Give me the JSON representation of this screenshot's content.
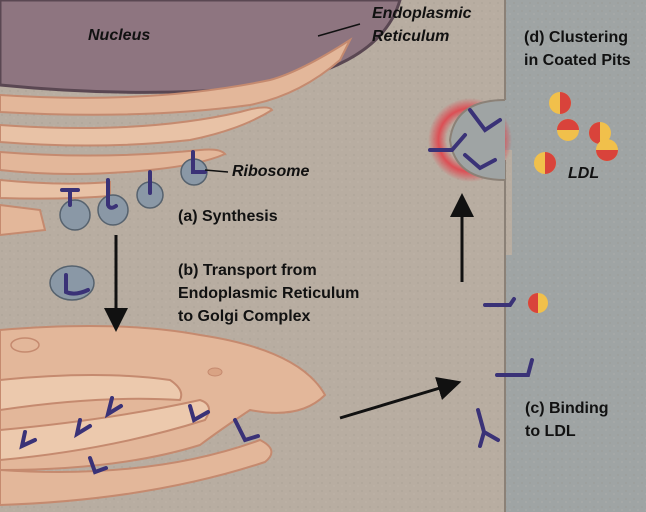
{
  "labels": {
    "nucleus": "Nucleus",
    "er": "Endoplasmic\nReticulum",
    "clustering": "(d) Clustering\nin Coated Pits",
    "ribosome": "Ribosome",
    "synthesis": "(a) Synthesis",
    "transport": "(b) Transport from\nEndoplasmic Reticulum\nto Golgi Complex",
    "ldl": "LDL",
    "binding": "(c) Binding\nto LDL"
  },
  "colors": {
    "cytoplasm": "#b8ada1",
    "outside": "#9fa4a4",
    "nucleus": "#8e7580",
    "membrane_pink": "#e3b79a",
    "membrane_dark": "#c58a6f",
    "receptor": "#3a3277",
    "ribosome": "#8a98a6",
    "ldl_red": "#d9433b",
    "ldl_yellow": "#f1c04b",
    "pit_glow": "#e0444c"
  }
}
